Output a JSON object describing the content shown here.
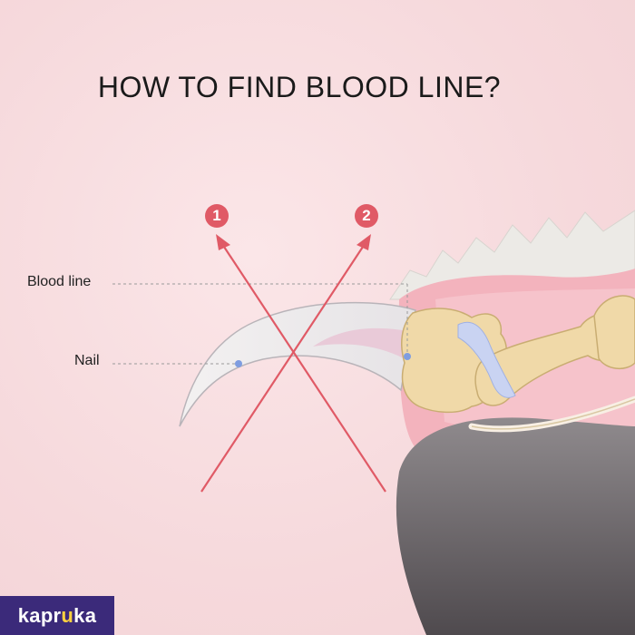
{
  "title": "HOW TO FIND BLOOD LINE?",
  "labels": {
    "blood_line": "Blood line",
    "nail": "Nail"
  },
  "markers": {
    "one": "1",
    "two": "2"
  },
  "logo": {
    "text": "kapruka",
    "part1": "kapr",
    "part2": "u",
    "part3": "ka"
  },
  "colors": {
    "background": "#f6d9dc",
    "accent": "#e05a66",
    "bone": "#f0d9a8",
    "guide_line": "#9a9a9a",
    "point": "#7f9de0",
    "logo_bg": "#3b2a7a"
  }
}
